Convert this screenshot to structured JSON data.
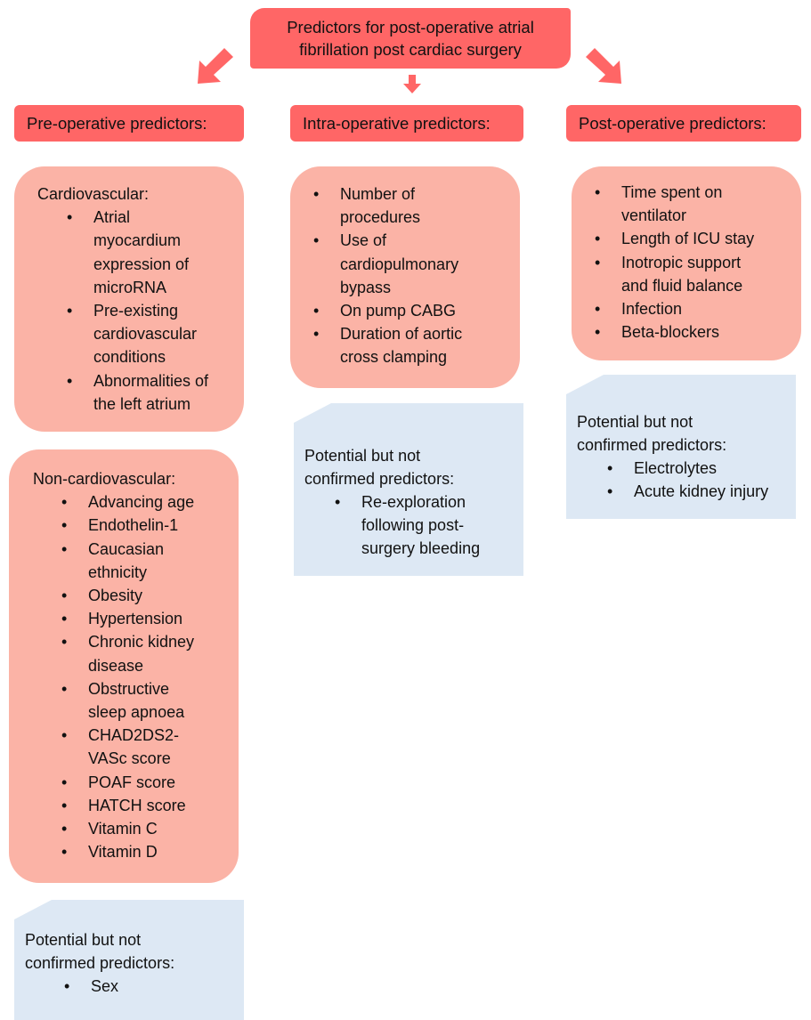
{
  "title": "Predictors for post-operative atrial fibrillation post cardiac surgery",
  "colors": {
    "header_red": "#ff6666",
    "box_pink": "#fbb3a6",
    "box_blue": "#dde8f4"
  },
  "columns": {
    "pre": {
      "header": "Pre-operative predictors:",
      "cardiovascular": {
        "label": "Cardiovascular:",
        "items": [
          "Atrial myocardium expression of microRNA",
          "Pre-existing cardiovascular conditions",
          "Abnormalities of the left atrium"
        ]
      },
      "non_cardiovascular": {
        "label": "Non-cardiovascular:",
        "items": [
          "Advancing age",
          "Endothelin-1",
          "Caucasian ethnicity",
          "Obesity",
          "Hypertension",
          "Chronic kidney disease",
          "Obstructive sleep apnoea",
          "CHAD2DS2-VASc score",
          "POAF score",
          "HATCH score",
          "Vitamin C",
          "Vitamin D"
        ]
      },
      "potential": {
        "label": "Potential but not confirmed predictors:",
        "items": [
          "Sex"
        ]
      }
    },
    "intra": {
      "header": "Intra-operative predictors:",
      "items": [
        "Number of procedures",
        "Use of cardiopulmonary bypass",
        "On pump CABG",
        "Duration of aortic cross clamping"
      ],
      "potential": {
        "label": "Potential but not confirmed predictors:",
        "items": [
          "Re-exploration following post-surgery bleeding"
        ]
      }
    },
    "post": {
      "header": "Post-operative predictors:",
      "items": [
        "Time spent on ventilator",
        "Length of ICU stay",
        "Inotropic support and fluid balance",
        "Infection",
        "Beta-blockers"
      ],
      "potential": {
        "label": "Potential but not confirmed predictors:",
        "items": [
          "Electrolytes",
          "Acute kidney injury"
        ]
      }
    }
  },
  "bullet_glyph": "•"
}
